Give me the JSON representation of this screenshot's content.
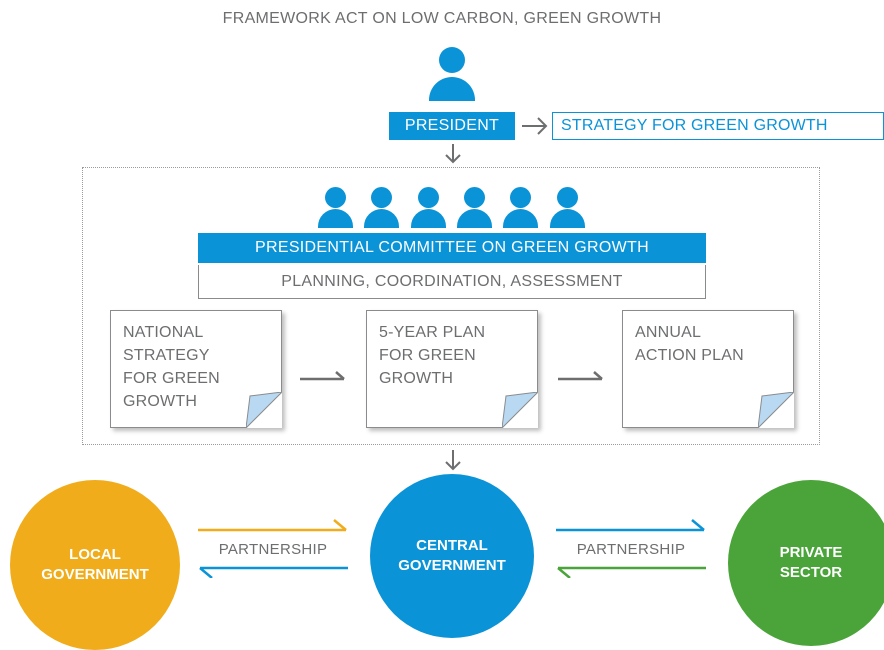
{
  "header": {
    "title": "FRAMEWORK ACT ON LOW CARBON, GREEN GROWTH"
  },
  "president": {
    "label": "PRESIDENT",
    "strategy_label": "STRATEGY FOR GREEN GROWTH"
  },
  "committee": {
    "label": "PRESIDENTIAL COMMITTEE ON GREEN GROWTH",
    "functions": "PLANNING, COORDINATION, ASSESSMENT"
  },
  "documents": [
    {
      "text": "NATIONAL\nSTRATEGY\nFOR GREEN\nGROWTH"
    },
    {
      "text": "5-YEAR PLAN\nFOR GREEN\nGROWTH"
    },
    {
      "text": "ANNUAL\nACTION PLAN"
    }
  ],
  "actors": {
    "local": {
      "label": "LOCAL\nGOVERNMENT",
      "color": "#f0ac1a"
    },
    "central": {
      "label": "CENTRAL\nGOVERNMENT",
      "color": "#0b93d8"
    },
    "private": {
      "label": "PRIVATE\nSECTOR",
      "color": "#4aa43a"
    }
  },
  "partnerships": {
    "left": "PARTNERSHIP",
    "right": "PARTNERSHIP"
  },
  "colors": {
    "blue": "#0b93d8",
    "yellow": "#f0ac1a",
    "green": "#4aa43a",
    "grey": "#6d6e70"
  }
}
